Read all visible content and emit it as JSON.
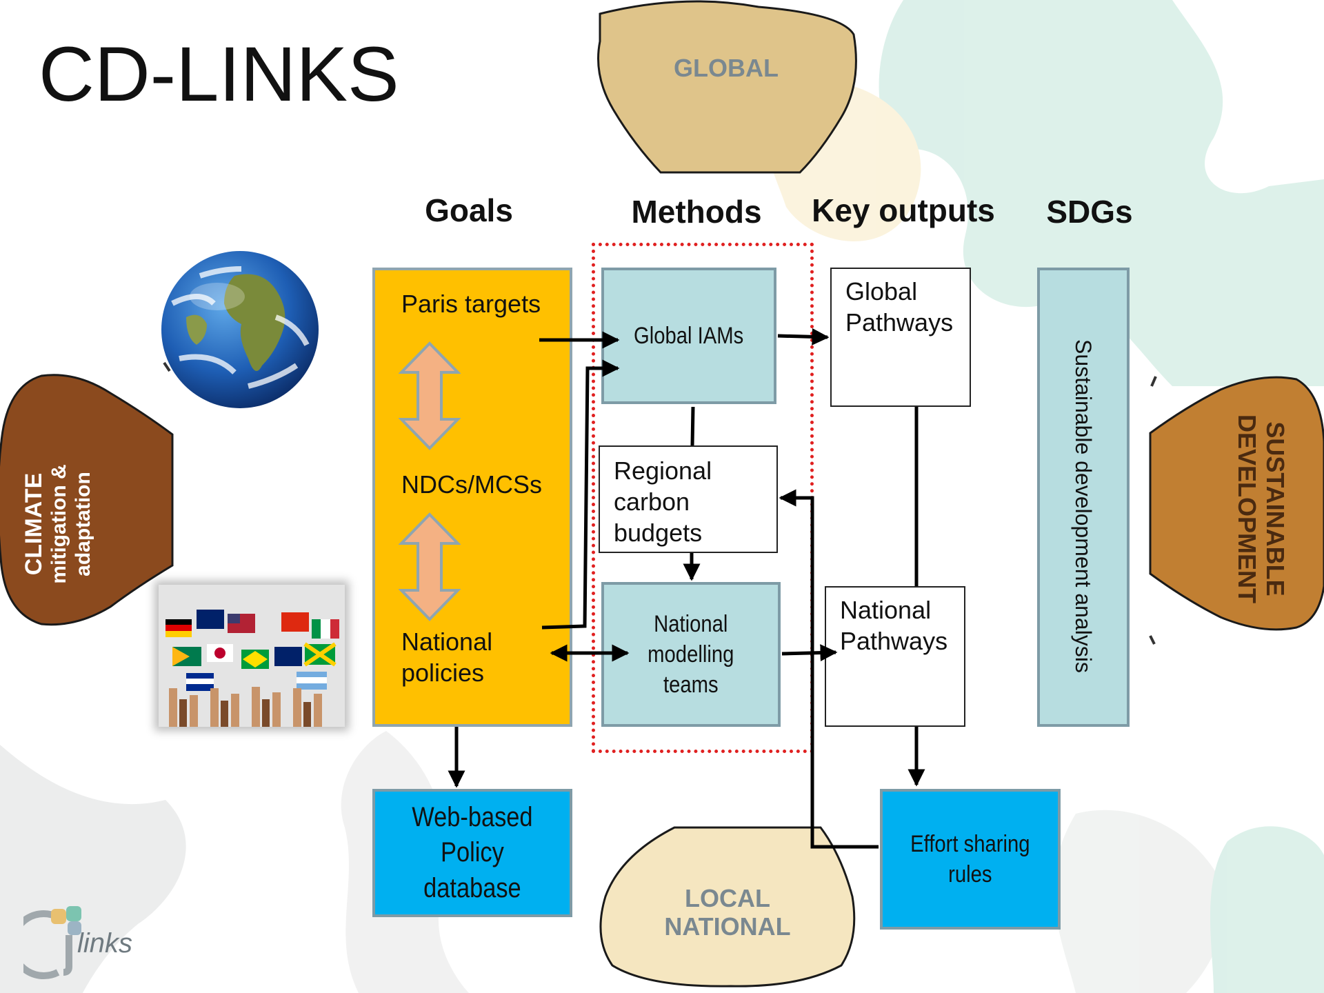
{
  "title": "CD-LINKS",
  "columns": {
    "goals": "Goals",
    "methods": "Methods",
    "outputs": "Key outputs",
    "sdgs": "SDGs"
  },
  "scale_labels": {
    "global": "GLOBAL",
    "local_line1": "LOCAL",
    "local_line2": "NATIONAL",
    "climate_line1": "CLIMATE",
    "climate_line2": "mitigation &",
    "climate_line3": "adaptation",
    "sustainable_line1": "SUSTAINABLE",
    "sustainable_line2": "DEVELOPMENT"
  },
  "goals": {
    "paris": "Paris targets",
    "ndcs": "NDCs/MCSs",
    "national_line1": "National",
    "national_line2": "policies"
  },
  "methods": {
    "global_iams": "Global IAMs",
    "regional_line1": "Regional",
    "regional_line2": "carbon",
    "regional_line3": "budgets",
    "national_line1": "National",
    "national_line2": "modelling",
    "national_line3": "teams"
  },
  "outputs": {
    "global_line1": "Global",
    "global_line2": "Pathways",
    "national_line1": "National",
    "national_line2": "Pathways"
  },
  "sdgs_box": "Sustainable development analysis",
  "policy_db": {
    "line1": "Web-based",
    "line2": "Policy",
    "line3": "database"
  },
  "effort_sharing": {
    "line1": "Effort sharing",
    "line2": "rules"
  },
  "logo_text": "links",
  "colors": {
    "goals": "#FFC000",
    "methods": "#B7DDE0",
    "bottom_boxes": "#00B0F0",
    "blob_tan": "#DFC48A",
    "blob_brown": "#8B4A1E",
    "dotted": "#E02020"
  }
}
